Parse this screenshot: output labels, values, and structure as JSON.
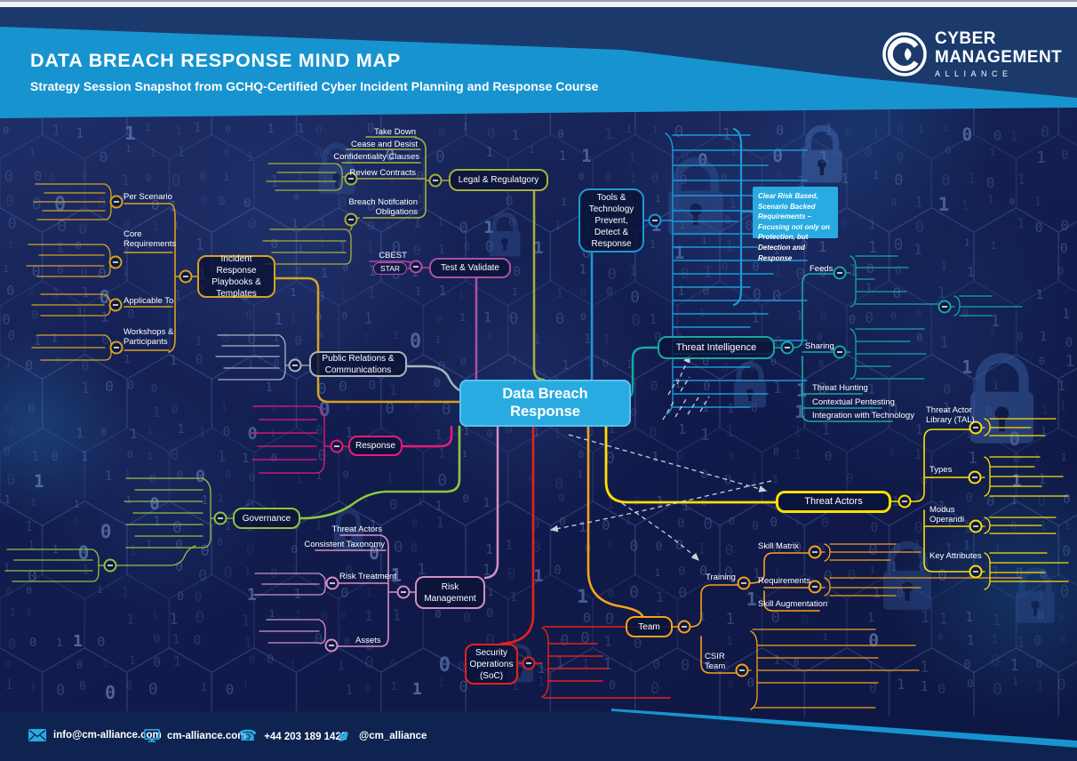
{
  "header": {
    "title": "DATA BREACH RESPONSE MIND MAP",
    "subtitle": "Strategy Session Snapshot from GCHQ-Certified Cyber Incident Planning and Response Course",
    "logo": {
      "word1": "CYBER",
      "word2": "MANAGEMENT",
      "word3": "ALLIANCE"
    }
  },
  "map": {
    "center": "Data Breach Response",
    "note": "Clear Risk Based, Scenario Backed Requirements – Focusing not only on Protection, but Detection and Response",
    "legal": {
      "label": "Legal & Regulatgory",
      "children": [
        "Take Down",
        "Cease and Desist",
        "Confidentiality Clauses",
        "Review Contracts",
        "Breach Notifcation Obligations"
      ]
    },
    "test": {
      "label": "Test & Validate",
      "children": [
        "CBEST",
        "STAR"
      ]
    },
    "incident": {
      "label": "Incident Response Playbooks & Templates",
      "children": [
        "Per Scenario",
        "Core Requirements",
        "Applicable To",
        "Workshops & Participants"
      ]
    },
    "pr": {
      "label": "Public Relations & Communications"
    },
    "tools": {
      "label": "Tools & Technology Prevent, Detect & Response"
    },
    "ti": {
      "label": "Threat Intelligence",
      "children": [
        "Feeds",
        "Sharing",
        "Threat Hunting",
        "Contextual Pentesting",
        "Integration with Technology"
      ]
    },
    "response": {
      "label": "Response"
    },
    "governance": {
      "label": "Governance"
    },
    "risk": {
      "label": "Risk Management",
      "children": [
        "Threat Actors",
        "Consistent Taxonomy",
        "Risk Treatment",
        "Assets"
      ]
    },
    "soc": {
      "label": "Security Operations (SoC)"
    },
    "team": {
      "label": "Team",
      "children": [
        "Training",
        "Skill Matrix",
        "Requirements",
        "Skill Augmentation",
        "CSIR Team"
      ]
    },
    "actors": {
      "label": "Threat Actors",
      "children": [
        "Threat Actor Library (TAL)",
        "Types",
        "Modus Operandi",
        "Key Attributes"
      ]
    }
  },
  "footer": {
    "email": "info@cm-alliance.com",
    "website": "cm-alliance.com",
    "phone": "+44 203 189 1422",
    "twitter": "@cm_alliance"
  },
  "colors": {
    "accent_blue": "#29abe2",
    "header_blue": "#1794cf",
    "navy": "#1b3a6b",
    "legal_olive": "#a9b03b",
    "incident_amber": "#d9a21e",
    "test_magenta": "#b04fa5",
    "pr_gray": "#aab4bd",
    "response_pink": "#ec1a78",
    "governance_green": "#8dc63f",
    "risk_mauve": "#d290c4",
    "soc_red": "#e8201e",
    "team_orange": "#f7a21b",
    "actors_yellow": "#ffe000",
    "ti_teal": "#16a9a1",
    "tools_blue": "#1c9ad6"
  }
}
